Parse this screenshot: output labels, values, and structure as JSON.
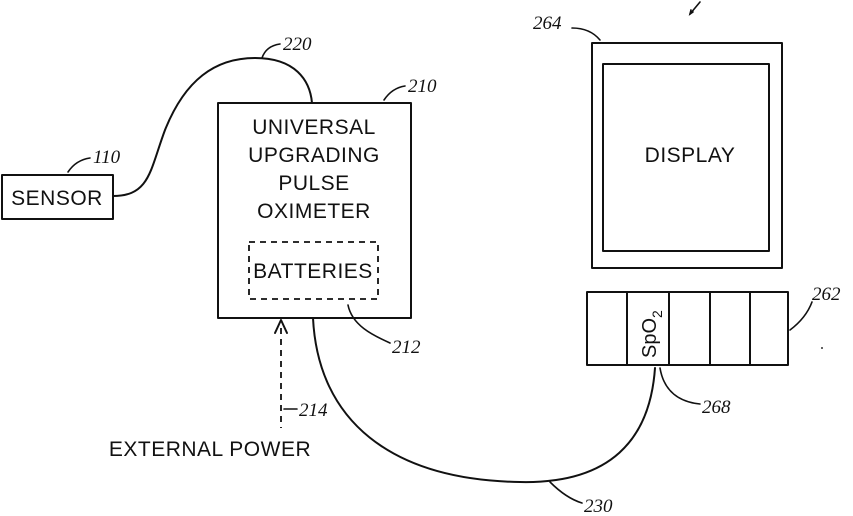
{
  "sensor": {
    "label": "SENSOR",
    "ref": "110"
  },
  "oximeter": {
    "lines": [
      "UNIVERSAL",
      "UPGRADING",
      "PULSE",
      "OXIMETER"
    ],
    "ref": "210"
  },
  "batteries": {
    "label": "BATTERIES",
    "ref": "212"
  },
  "external_power": {
    "label": "EXTERNAL POWER",
    "ref": "214"
  },
  "sensor_cable": {
    "ref": "220"
  },
  "monitor_cable": {
    "ref": "230"
  },
  "display": {
    "label": "DISPLAY",
    "ref": "264"
  },
  "module_rack": {
    "ref": "262"
  },
  "spo2_module": {
    "label_main": "SpO",
    "label_sub": "2",
    "ref": "268"
  }
}
